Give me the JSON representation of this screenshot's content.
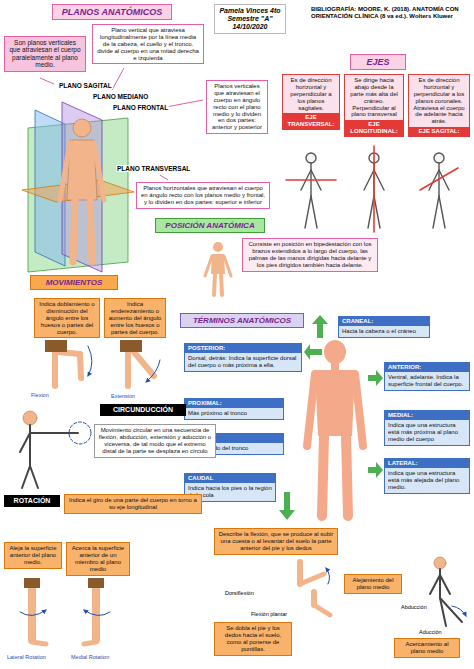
{
  "diagram": {
    "nodes": [
      {
        "text": [
          "PLANOS ANATÓMICOS"
        ]
      },
      {
        "text": [
          "Pamela Vinces 4to Semestre \"A\" 14/10/2020"
        ]
      },
      {
        "text": [
          "BIBLIOGRAFÍA: MOORE, K. (2018). ANATOMÍA CON ORIENTACIÓN CLÍNICA (8 va ed.). Wolters Kluwer"
        ]
      },
      {
        "text": [
          "Son planos verticales que atraviesan el cuerpo paralelamente al plano medio."
        ]
      },
      {
        "text": [
          "Plano vertical que atraviesa longitudinalmente por la línea media de la cabeza, el cuello y el tronco. divide al cuerpo en una mitad derecha e izquierda"
        ]
      },
      {
        "text": [
          "Planos verticales que atraviesan el cuerpo en ángulo recto con el plano medio y lo dividen en dos partes: anterior y posterior"
        ]
      },
      {
        "text": [
          "Planos horizontales que atraviesan el cuerpo en ángulo recto con los planos medio y frontal, y lo dividen en dos partes: superior e inferior"
        ]
      },
      {
        "text": [
          "EJES"
        ]
      },
      {
        "text": [
          "Es de dirección horizontal y perpendicular a los planos sagitales.",
          "EJE TRANSVERSAL:"
        ]
      },
      {
        "text": [
          "Se dirige hacia abajo desde la parte más alta del cráneo. Perpendicular al plano transversal",
          "EJE LONGITUDINAL:"
        ]
      },
      {
        "text": [
          "Es de dirección horizontal y perpendicular a los planos coronales. Atraviesa el cuerpo de adelante hacia atrás.",
          "EJE SAGITAL:"
        ]
      },
      {
        "text": [
          "POSICIÓN ANATÓMICA"
        ]
      },
      {
        "text": [
          "Consiste en posición en bipedestación con los brazos extendidos a lo largo del cuerpo, las palmas de las manos dirigidas hacia delante y los pies dirigidos también hacia delante."
        ]
      },
      {
        "text": [
          "MOVIMIENTOS"
        ]
      },
      {
        "text": [
          "Indica doblamiento o disminución del ángulo entre los huesos o partes del cuerpo."
        ]
      },
      {
        "text": [
          "Indica enderezamiento o aumento del ángulo entre los huesos o partes del cuerpo."
        ]
      },
      {
        "text": [
          "TÉRMINOS ANATÓMICOS"
        ]
      },
      {
        "text": [
          "CRANEAL:",
          "Hacia la cabeza o el cráneo"
        ]
      },
      {
        "text": [
          "POSTERIOR:",
          "Dorsal, detrás: Indica la superficie dorsal del cuerpo o más próxima a ella."
        ]
      },
      {
        "text": [
          "ANTERIOR:",
          "Ventral, adelante. Indica la superficie frontal del cuerpo."
        ]
      },
      {
        "text": [
          "PROXIMAL:",
          "Más próximo al tronco"
        ]
      },
      {
        "text": [
          "MEDIAL:",
          "Indica que una estructura está más próxima al plano medio del cuerpo"
        ]
      },
      {
        "text": [
          "DISTAL:",
          "Más alejado del tronco"
        ]
      },
      {
        "text": [
          "LATERAL:",
          "indica que una estructura está más alejada del plano medio."
        ]
      },
      {
        "text": [
          "CAUDAL",
          "Indica hacia los pies o la región de la cola"
        ]
      },
      {
        "text": [
          "CIRCUNDUCCIÓN"
        ]
      },
      {
        "text": [
          "Movimiento circular en una secuencia de flexión, abducción, extensión y aducción o viceversa, de tal modo que el extremo distal de la parte se desplaza en círculo"
        ]
      },
      {
        "text": [
          "ROTACIÓN"
        ]
      },
      {
        "text": [
          "Indica el giro de una parte del cuerpo en torno a su eje longitudinal"
        ]
      },
      {
        "text": [
          "Aleja la superficie anterior del plano medio."
        ]
      },
      {
        "text": [
          "Acerca la superficie anterior de un miembro al plano medio"
        ]
      },
      {
        "text": [
          "Describe la flexión, que se produce al subir una cuesta o al levantar del suelo la parte anterior del pie y los dedos"
        ]
      },
      {
        "text": [
          "Se dobla el pie y los dedos hacia el suelo, como al ponerse de puntillas."
        ]
      },
      {
        "text": [
          "Alejamiento del plano medio"
        ]
      },
      {
        "text": [
          "Acercamiento al plano medio"
        ]
      }
    ],
    "labels": [
      "PLANO SAGITAL",
      "PLANO MEDIANO",
      "PLANO FRONTAL",
      "PLANO TRANSVERSAL",
      "Flexion",
      "Extension",
      "Lateral Rotation",
      "Medial Rotation",
      "Dorsiflexión",
      "Flexión plantar",
      "Abducción",
      "Aducción"
    ]
  }
}
